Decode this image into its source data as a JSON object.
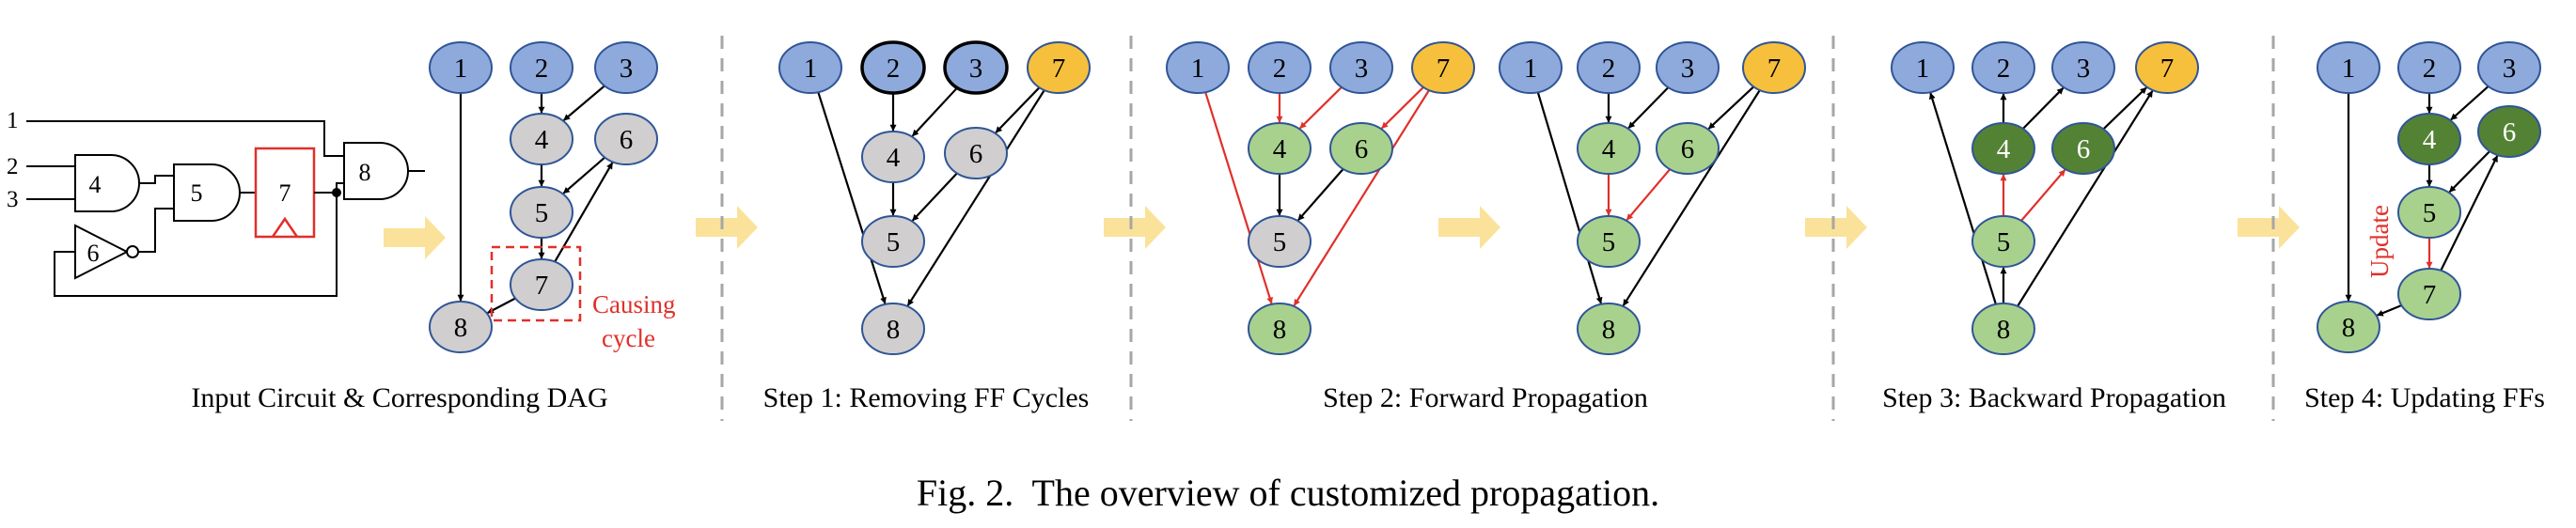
{
  "figure": {
    "caption": "Fig. 2.  The overview of customized propagation."
  },
  "panels": {
    "p0": {
      "label": "Input Circuit & Corresponding DAG"
    },
    "p1": {
      "label": "Step 1: Removing FF Cycles"
    },
    "p2": {
      "label": "Step 2: Forward Propagation"
    },
    "p3": {
      "label": "Step 3: Backward Propagation"
    },
    "p4": {
      "label": "Step 4: Updating FFs"
    }
  },
  "circuit": {
    "inputs": [
      "1",
      "2",
      "3"
    ],
    "gates": [
      {
        "id": "4",
        "kind": "AND"
      },
      {
        "id": "5",
        "kind": "AND"
      },
      {
        "id": "6",
        "kind": "NOT"
      },
      {
        "id": "7",
        "kind": "FF"
      },
      {
        "id": "8",
        "kind": "AND"
      }
    ]
  },
  "annotations": {
    "causing_line1": "Causing",
    "causing_line2": "cycle",
    "update": "Update"
  },
  "colors": {
    "input": "#8EA9DB",
    "ff": "#F6C03C",
    "gray": "#D0CECE",
    "light_green": "#A9D18E",
    "dark_green": "#548235",
    "node_border": "#2F5597",
    "red": "#E0302A",
    "arrow_block": "#FBE29A",
    "divider": "#A6A6A6"
  },
  "diagram": {
    "p0": {
      "nodes": [
        {
          "id": "1",
          "fill": "input"
        },
        {
          "id": "2",
          "fill": "input"
        },
        {
          "id": "3",
          "fill": "input"
        },
        {
          "id": "4",
          "fill": "gray"
        },
        {
          "id": "5",
          "fill": "gray"
        },
        {
          "id": "6",
          "fill": "gray"
        },
        {
          "id": "7",
          "fill": "gray"
        },
        {
          "id": "8",
          "fill": "gray"
        }
      ],
      "edges": [
        {
          "from": "1",
          "to": "8",
          "color": "black"
        },
        {
          "from": "2",
          "to": "4",
          "color": "black"
        },
        {
          "from": "3",
          "to": "4",
          "color": "black"
        },
        {
          "from": "4",
          "to": "5",
          "color": "black"
        },
        {
          "from": "6",
          "to": "5",
          "color": "black"
        },
        {
          "from": "5",
          "to": "7",
          "color": "black"
        },
        {
          "from": "7",
          "to": "6",
          "color": "black"
        },
        {
          "from": "7",
          "to": "8",
          "color": "black"
        }
      ]
    },
    "p1": {
      "nodes": [
        {
          "id": "1",
          "fill": "input"
        },
        {
          "id": "2",
          "fill": "input",
          "thick": true
        },
        {
          "id": "3",
          "fill": "input",
          "thick": true
        },
        {
          "id": "7",
          "fill": "ff"
        },
        {
          "id": "4",
          "fill": "gray"
        },
        {
          "id": "6",
          "fill": "gray"
        },
        {
          "id": "5",
          "fill": "gray"
        },
        {
          "id": "8",
          "fill": "gray"
        }
      ],
      "edges": [
        {
          "from": "1",
          "to": "8",
          "color": "black"
        },
        {
          "from": "2",
          "to": "4",
          "color": "black"
        },
        {
          "from": "3",
          "to": "4",
          "color": "black"
        },
        {
          "from": "7",
          "to": "6",
          "color": "black"
        },
        {
          "from": "7",
          "to": "8",
          "color": "black"
        },
        {
          "from": "4",
          "to": "5",
          "color": "black"
        },
        {
          "from": "6",
          "to": "5",
          "color": "black"
        }
      ]
    },
    "p2a": {
      "nodes": [
        {
          "id": "1",
          "fill": "input"
        },
        {
          "id": "2",
          "fill": "input"
        },
        {
          "id": "3",
          "fill": "input"
        },
        {
          "id": "7",
          "fill": "ff"
        },
        {
          "id": "4",
          "fill": "light_green"
        },
        {
          "id": "6",
          "fill": "light_green"
        },
        {
          "id": "5",
          "fill": "gray"
        },
        {
          "id": "8",
          "fill": "light_green"
        }
      ],
      "edges": [
        {
          "from": "1",
          "to": "8",
          "color": "red"
        },
        {
          "from": "2",
          "to": "4",
          "color": "red"
        },
        {
          "from": "3",
          "to": "4",
          "color": "red"
        },
        {
          "from": "7",
          "to": "6",
          "color": "red"
        },
        {
          "from": "7",
          "to": "8",
          "color": "red"
        },
        {
          "from": "4",
          "to": "5",
          "color": "black"
        },
        {
          "from": "6",
          "to": "5",
          "color": "black"
        }
      ]
    },
    "p2b": {
      "nodes": [
        {
          "id": "1",
          "fill": "input"
        },
        {
          "id": "2",
          "fill": "input"
        },
        {
          "id": "3",
          "fill": "input"
        },
        {
          "id": "7",
          "fill": "ff"
        },
        {
          "id": "4",
          "fill": "light_green"
        },
        {
          "id": "6",
          "fill": "light_green"
        },
        {
          "id": "5",
          "fill": "light_green"
        },
        {
          "id": "8",
          "fill": "light_green"
        }
      ],
      "edges": [
        {
          "from": "1",
          "to": "8",
          "color": "black"
        },
        {
          "from": "2",
          "to": "4",
          "color": "black"
        },
        {
          "from": "3",
          "to": "4",
          "color": "black"
        },
        {
          "from": "7",
          "to": "6",
          "color": "black"
        },
        {
          "from": "7",
          "to": "8",
          "color": "black"
        },
        {
          "from": "4",
          "to": "5",
          "color": "red"
        },
        {
          "from": "6",
          "to": "5",
          "color": "red"
        }
      ]
    },
    "p3": {
      "nodes": [
        {
          "id": "1",
          "fill": "input"
        },
        {
          "id": "2",
          "fill": "input"
        },
        {
          "id": "3",
          "fill": "input"
        },
        {
          "id": "7",
          "fill": "ff"
        },
        {
          "id": "4",
          "fill": "dark_green",
          "light_text": true
        },
        {
          "id": "6",
          "fill": "dark_green",
          "light_text": true
        },
        {
          "id": "5",
          "fill": "light_green"
        },
        {
          "id": "8",
          "fill": "light_green"
        }
      ],
      "edges": [
        {
          "from": "8",
          "to": "1",
          "color": "black"
        },
        {
          "from": "4",
          "to": "2",
          "color": "black"
        },
        {
          "from": "4",
          "to": "3",
          "color": "black"
        },
        {
          "from": "6",
          "to": "7",
          "color": "black"
        },
        {
          "from": "8",
          "to": "7",
          "color": "black"
        },
        {
          "from": "5",
          "to": "4",
          "color": "red"
        },
        {
          "from": "5",
          "to": "6",
          "color": "red"
        },
        {
          "from": "8",
          "to": "5",
          "color": "black"
        }
      ]
    },
    "p4": {
      "nodes": [
        {
          "id": "1",
          "fill": "input"
        },
        {
          "id": "2",
          "fill": "input"
        },
        {
          "id": "3",
          "fill": "input"
        },
        {
          "id": "4",
          "fill": "dark_green",
          "light_text": true
        },
        {
          "id": "6",
          "fill": "dark_green",
          "light_text": true
        },
        {
          "id": "5",
          "fill": "light_green"
        },
        {
          "id": "7",
          "fill": "light_green"
        },
        {
          "id": "8",
          "fill": "light_green"
        }
      ],
      "edges": [
        {
          "from": "1",
          "to": "8",
          "color": "black"
        },
        {
          "from": "2",
          "to": "4",
          "color": "black"
        },
        {
          "from": "3",
          "to": "4",
          "color": "black"
        },
        {
          "from": "4",
          "to": "5",
          "color": "black"
        },
        {
          "from": "6",
          "to": "5",
          "color": "black"
        },
        {
          "from": "5",
          "to": "7",
          "color": "red"
        },
        {
          "from": "7",
          "to": "6",
          "color": "black"
        },
        {
          "from": "7",
          "to": "8",
          "color": "black"
        }
      ]
    }
  }
}
